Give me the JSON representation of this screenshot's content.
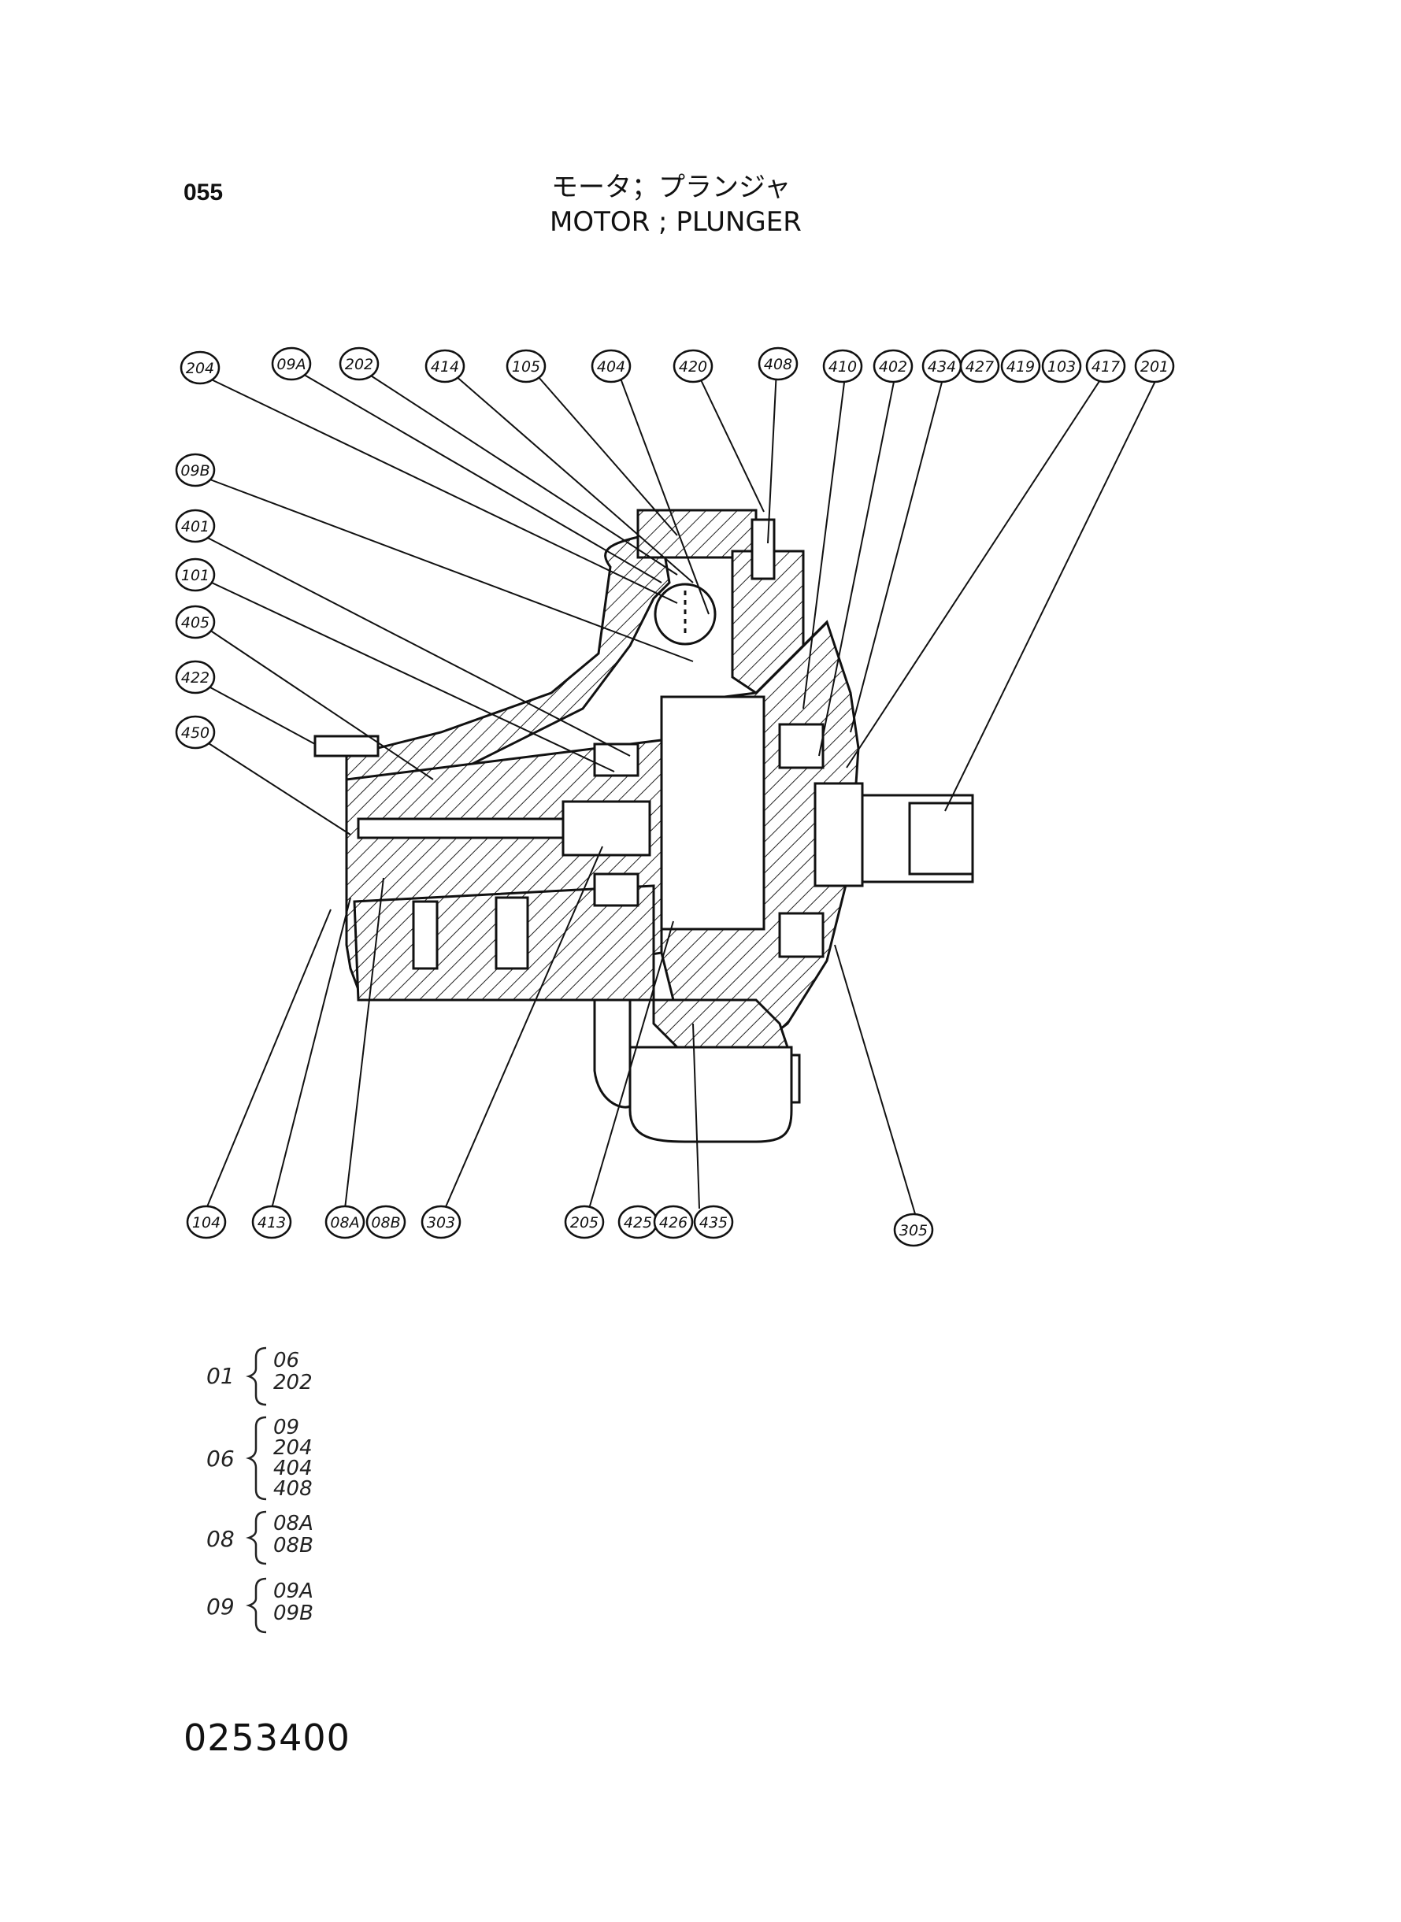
{
  "header": {
    "page_number": "055",
    "title_jp": "モータ；プランジャ",
    "title_en": "MOTOR ; PLUNGER"
  },
  "diagram": {
    "callouts": [
      {
        "id": "204"
      },
      {
        "id": "09A"
      },
      {
        "id": "202"
      },
      {
        "id": "414"
      },
      {
        "id": "105"
      },
      {
        "id": "404"
      },
      {
        "id": "420"
      },
      {
        "id": "408"
      },
      {
        "id": "410"
      },
      {
        "id": "402"
      },
      {
        "id": "434"
      },
      {
        "id": "427"
      },
      {
        "id": "419"
      },
      {
        "id": "103"
      },
      {
        "id": "417"
      },
      {
        "id": "201"
      },
      {
        "id": "09B"
      },
      {
        "id": "401"
      },
      {
        "id": "101"
      },
      {
        "id": "405"
      },
      {
        "id": "422"
      },
      {
        "id": "450"
      },
      {
        "id": "104"
      },
      {
        "id": "413"
      },
      {
        "id": "08A"
      },
      {
        "id": "08B"
      },
      {
        "id": "303"
      },
      {
        "id": "205"
      },
      {
        "id": "425"
      },
      {
        "id": "426"
      },
      {
        "id": "435"
      },
      {
        "id": "305"
      }
    ]
  },
  "assemblies": [
    {
      "parent": "01",
      "children": [
        "06",
        "202"
      ]
    },
    {
      "parent": "06",
      "children": [
        "09",
        "204",
        "404",
        "408"
      ]
    },
    {
      "parent": "08",
      "children": [
        "08A",
        "08B"
      ]
    },
    {
      "parent": "09",
      "children": [
        "09A",
        "09B"
      ]
    }
  ],
  "footer": {
    "document_number": "0253400"
  }
}
